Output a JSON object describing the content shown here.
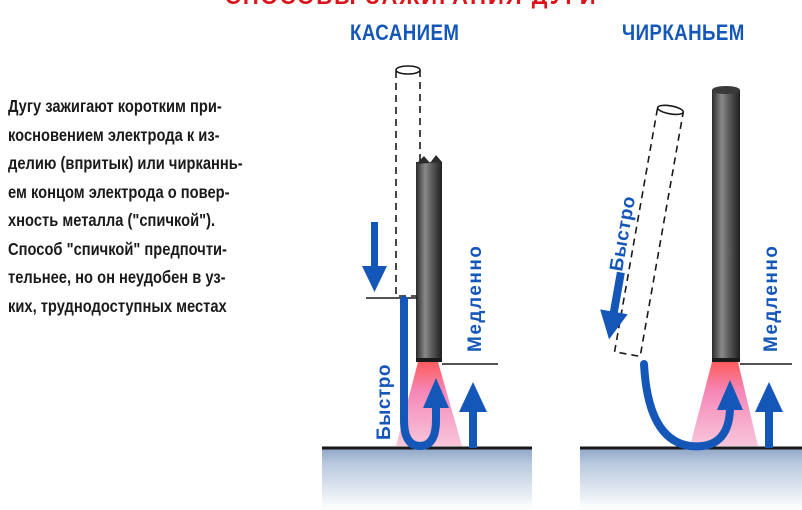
{
  "header": {
    "banner": "СПОСОБЫ ЗАЖИГАНИЯ ДУГИ",
    "method1": "КАСАНИЕМ",
    "method2": "ЧИРКАНЬЕМ"
  },
  "description": {
    "lines": [
      "Дугу зажигают коротким при-",
      "косновением электрода к из-",
      "делию (впритык) или чирканнь-",
      "ем концом электрода о повер-",
      "хность металла  (\"спичкой\").",
      "Способ \"спичкой\" предпочти-",
      "тельнее, но он неудобен в уз-",
      "ких, труднодоступных местах"
    ]
  },
  "labels": {
    "touch_fast": "Быстро",
    "touch_slow": "Медленно",
    "strike_fast": "Быстро",
    "strike_slow": "Медленно"
  },
  "colors": {
    "blue": "#1557b8",
    "red": "#d9141b",
    "electrode_dark": "#3a3a3a",
    "flame": "#f08ab0"
  }
}
